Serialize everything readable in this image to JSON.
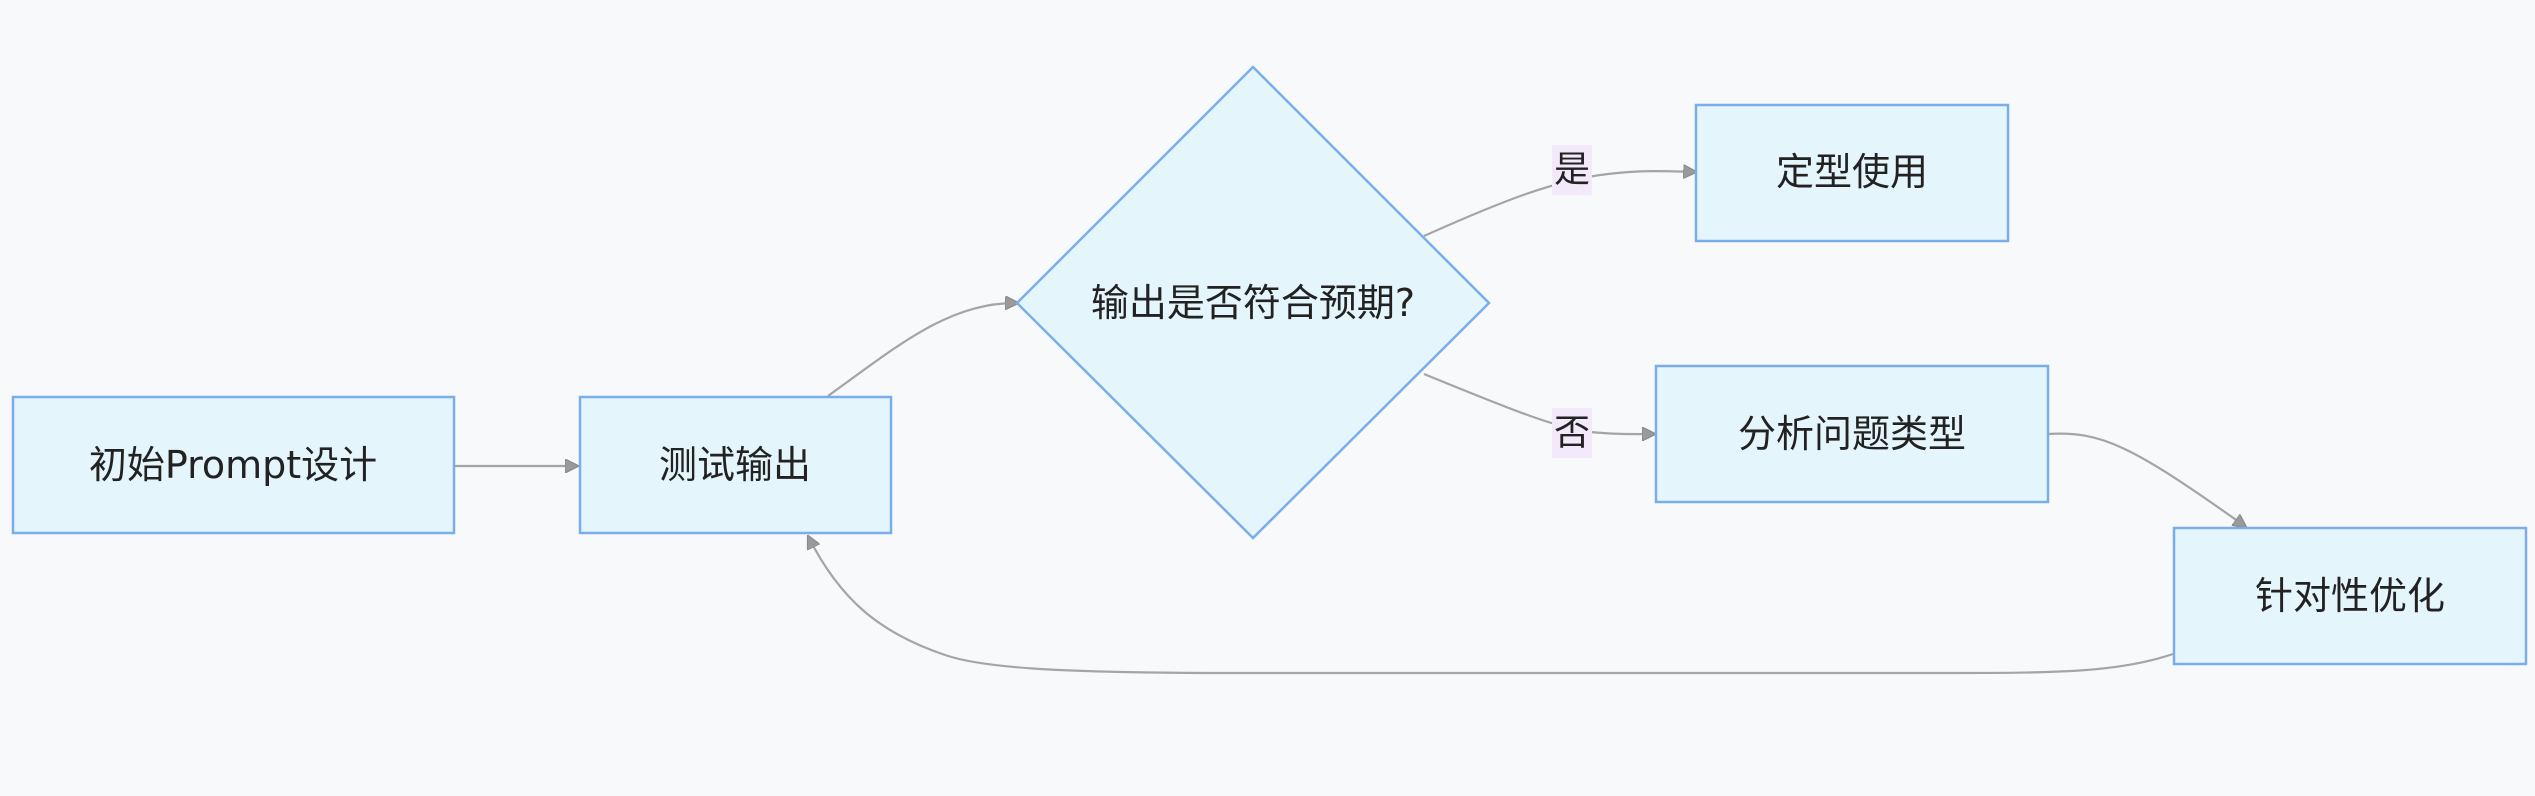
{
  "nodes": {
    "start": {
      "label": "初始Prompt设计"
    },
    "test": {
      "label": "测试输出"
    },
    "decision": {
      "label": "输出是否符合预期?"
    },
    "finalize": {
      "label": "定型使用"
    },
    "analyze": {
      "label": "分析问题类型"
    },
    "optimize": {
      "label": "针对性优化"
    }
  },
  "edges": {
    "yes": {
      "label": "是"
    },
    "no": {
      "label": "否"
    }
  },
  "colors": {
    "node_fill": "#e4f5fc",
    "node_stroke": "#7aaeea",
    "edge_stroke": "#a5a5a5",
    "label_bg": "#f4e8fb",
    "background": "#f8f9fb"
  }
}
